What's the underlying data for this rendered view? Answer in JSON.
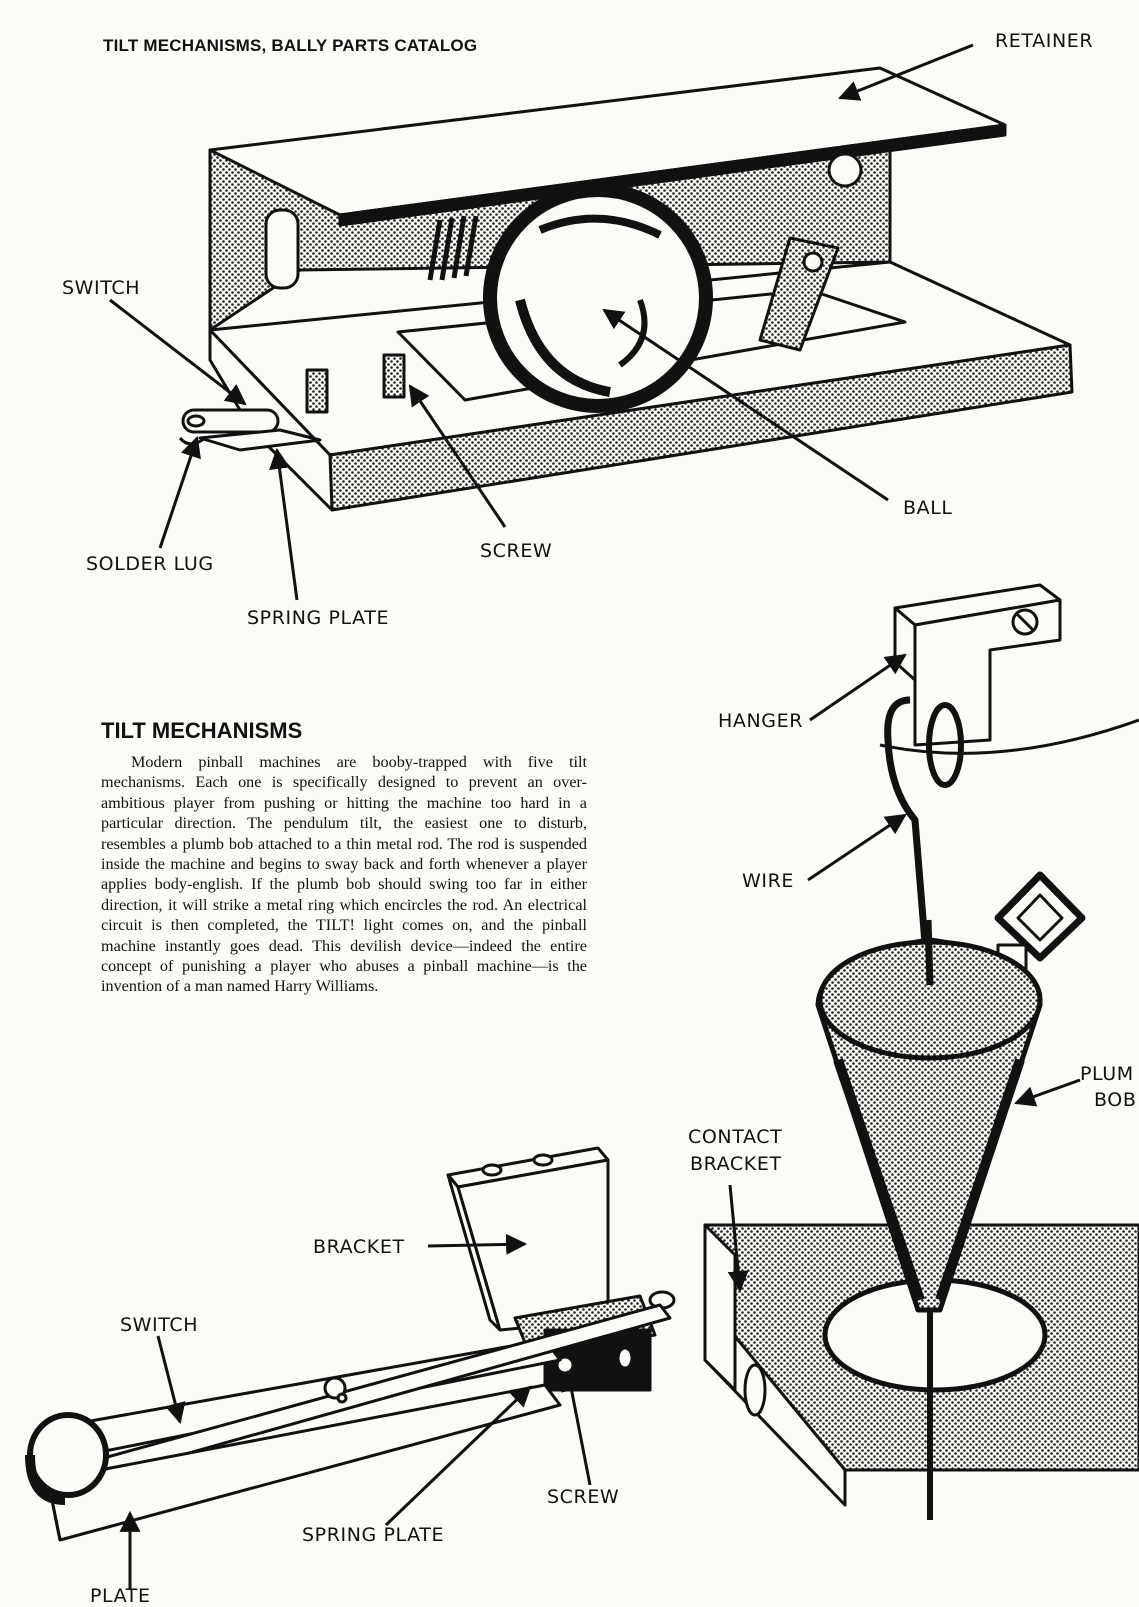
{
  "header": {
    "title": "TILT MECHANISMS, BALLY PARTS CATALOG"
  },
  "article": {
    "title": "TILT MECHANISMS",
    "body": "Modern pinball machines are booby-trapped with five tilt mechanisms. Each one is specifically designed to prevent an over-ambitious player from pushing or hitting the machine too hard in a particular direction. The pendulum tilt, the easiest one to disturb, resembles a plumb bob attached to a thin metal rod. The rod is suspended inside the machine and begins to sway back and forth whenever a player applies body-english. If the plumb bob should swing too far in either direction, it will strike a metal ring which encircles the rod. An electrical circuit is then completed, the TILT! light comes on, and the pinball machine instantly goes dead. This devilish device—indeed the entire concept of punishing a player who abuses a pinball machine—is the invention of a man named Harry Williams."
  },
  "ball_tilt_labels": {
    "retainer": "RETAINER",
    "switch": "SWITCH",
    "ball": "BALL",
    "screw": "SCREW",
    "solder_lug": "SOLDER LUG",
    "spring_plate": "SPRING PLATE"
  },
  "pendulum_labels": {
    "hanger": "HANGER",
    "wire": "WIRE",
    "plumb_bob_line1": "PLUM",
    "plumb_bob_line2": "BOB",
    "contact_bracket_line1": "CONTACT",
    "contact_bracket_line2": "BRACKET"
  },
  "switch_tilt_labels": {
    "bracket": "BRACKET",
    "switch": "SWITCH",
    "screw": "SCREW",
    "spring_plate": "SPRING PLATE",
    "plate": "PLATE"
  }
}
